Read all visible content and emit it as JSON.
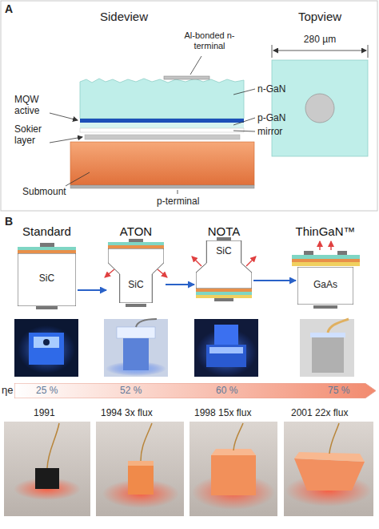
{
  "diagram": {
    "nodes": [
      {
        "text": [
          "Standard",
          "SiC"
        ]
      },
      {
        "text": [
          "ATON",
          "SiC"
        ]
      },
      {
        "text": [
          "NOTA",
          "SiC"
        ]
      },
      {
        "text": [
          "ThinGaN™",
          "GaAs"
        ]
      },
      {
        "text": [
          "25 %",
          "52 %",
          "60 %",
          "75 %"
        ]
      }
    ],
    "edges": [
      {
        "from": 0,
        "to": 1,
        "arrow": "to"
      },
      {
        "from": 1,
        "to": 2,
        "arrow": "to"
      },
      {
        "from": 2,
        "to": 3,
        "arrow": "to"
      }
    ],
    "labels": [
      "A",
      "Sideview",
      "Topview",
      "Al-bonded n-terminal",
      "n-GaN",
      "MQW active",
      "p-GaN",
      "mirror",
      "Sokier layer",
      "Submount",
      "p-terminal",
      "280 µm",
      "B",
      "ηe",
      "1991",
      "1994 3x flux",
      "1998 15x flux",
      "2001 22x flux"
    ]
  }
}
